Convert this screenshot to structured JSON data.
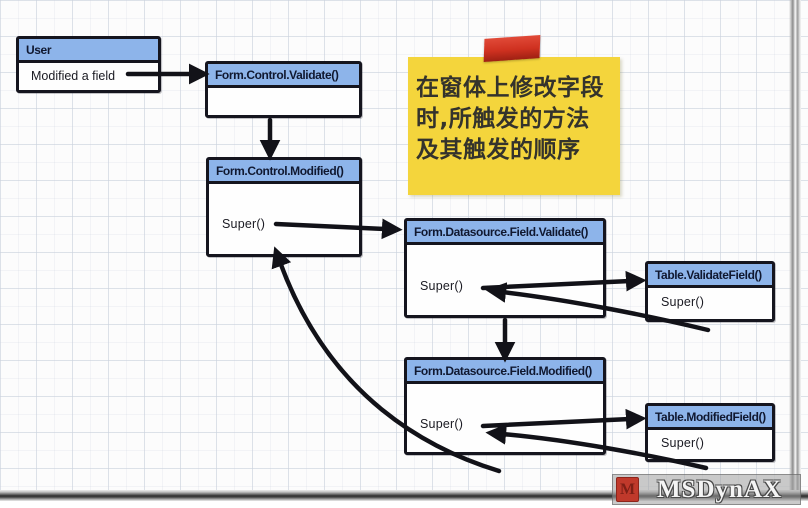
{
  "note": {
    "line1": "在窗体上修改字段",
    "line2": "时,所触发的方法",
    "line3": "及其触发的顺序"
  },
  "boxes": {
    "user": {
      "title": "User",
      "body": "Modified a field"
    },
    "formControlValidate": {
      "title": "Form.Control.Validate()"
    },
    "formControlModified": {
      "title": "Form.Control.Modified()",
      "super_label": "Super()"
    },
    "formDsFieldValidate": {
      "title": "Form.Datasource.Field.Validate()",
      "super_label": "Super()"
    },
    "tableValidateField": {
      "title": "Table.ValidateField()",
      "super_label": "Super()"
    },
    "formDsFieldModified": {
      "title": "Form.Datasource.Field.Modified()",
      "super_label": "Super()"
    },
    "tableModifiedField": {
      "title": "Table.ModifiedField()",
      "super_label": "Super()"
    }
  },
  "watermark": {
    "text": "MSDynAX",
    "logo_letter": "M"
  },
  "colors": {
    "header_blue": "#8db4ea",
    "box_border_ink": "#15151e",
    "note_yellow": "#f4d53c",
    "tape_red": "#cf3120",
    "arrow_ink": "#121218"
  }
}
